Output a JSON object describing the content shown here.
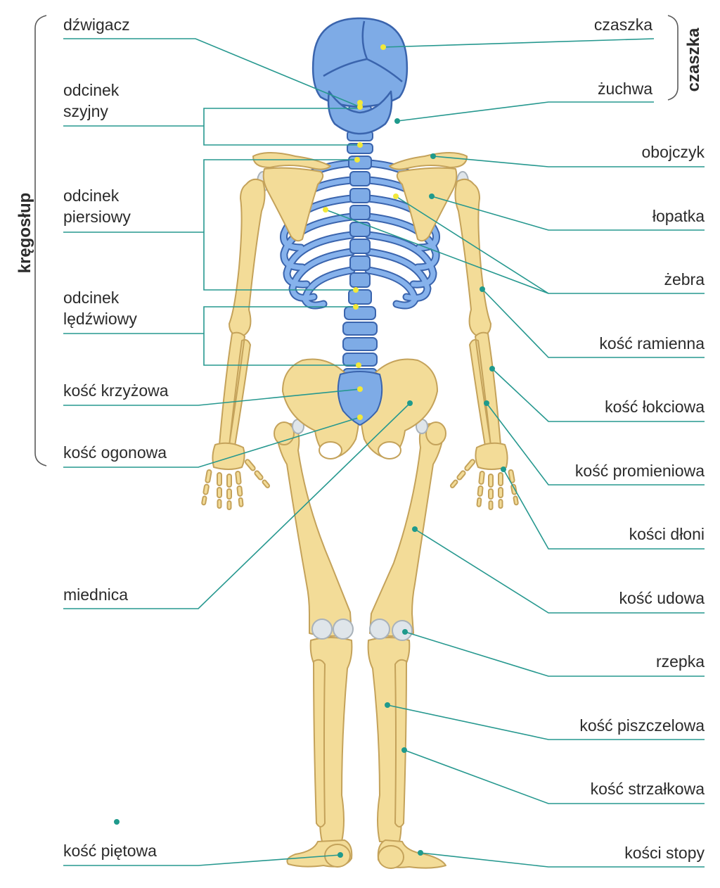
{
  "colors": {
    "leader_line": "#26988f",
    "dot_axial": "#f2e83a",
    "dot_appendicular": "#1f9a8c",
    "bone_yellow": "#f3dc98",
    "bone_yellow_edge": "#c4a25a",
    "bone_blue": "#7eabe6",
    "bone_blue_edge": "#3a64ad",
    "cartilage": "#dfe5ea",
    "bracket": "#5a5a5a",
    "text": "#2b2b2b"
  },
  "group_labels": {
    "spine": "kręgosłup",
    "skull": "czaszka"
  },
  "labels_left": {
    "atlas": [
      "dźwigacz"
    ],
    "cervical": [
      "odcinek",
      "szyjny"
    ],
    "thoracic": [
      "odcinek",
      "piersiowy"
    ],
    "lumbar": [
      "odcinek",
      "lędźwiowy"
    ],
    "sacrum": [
      "kość krzyżowa"
    ],
    "coccyx": [
      "kość ogonowa"
    ],
    "pelvis": [
      "miednica"
    ],
    "calcaneus": [
      "kość piętowa"
    ]
  },
  "labels_right": {
    "skull": [
      "czaszka"
    ],
    "mandible": [
      "żuchwa"
    ],
    "clavicle": [
      "obojczyk"
    ],
    "scapula": [
      "łopatka"
    ],
    "ribs": [
      "żebra"
    ],
    "humerus": [
      "kość ramienna"
    ],
    "ulna": [
      "kość łokciowa"
    ],
    "radius": [
      "kość promieniowa"
    ],
    "hand": [
      "kości dłoni"
    ],
    "femur": [
      "kość udowa"
    ],
    "patella": [
      "rzepka"
    ],
    "tibia": [
      "kość piszczelowa"
    ],
    "fibula": [
      "kość strzałkowa"
    ],
    "foot": [
      "kości stopy"
    ]
  }
}
